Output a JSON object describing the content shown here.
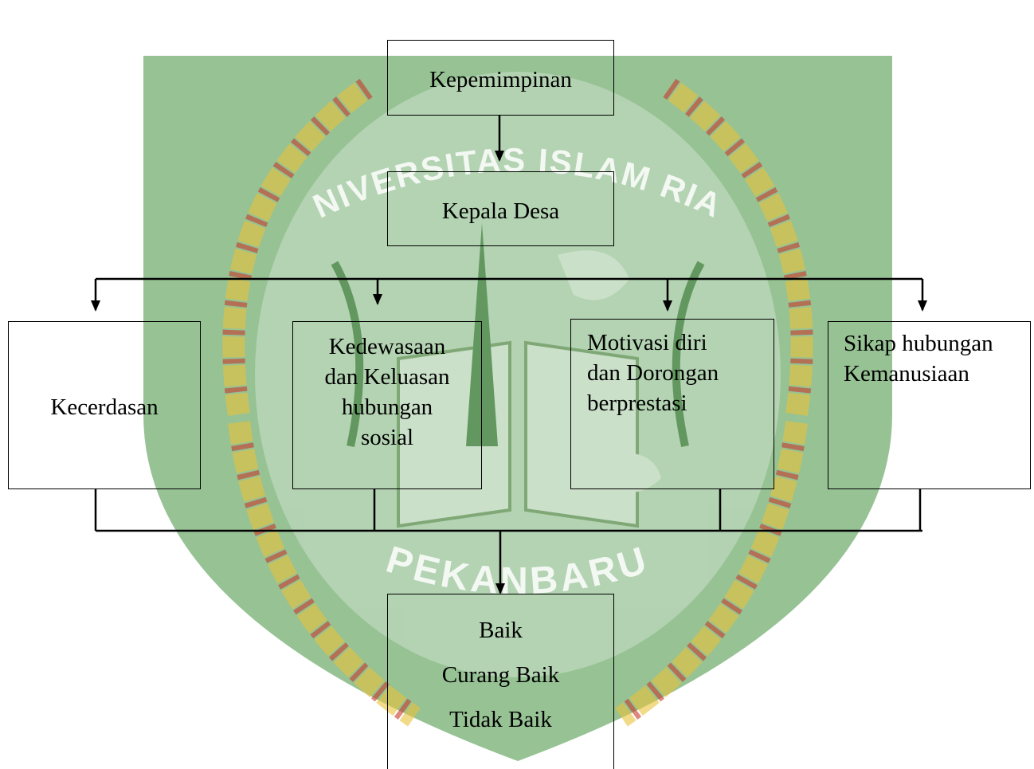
{
  "watermark": {
    "top_text": "UNIVERSITAS ISLAM RIAU",
    "bottom_text": "PEKANBARU",
    "colors": {
      "shield_green": "#3f8f3c",
      "rope_yellow": "#e8c23a",
      "rope_red": "#c93a2a",
      "ribbon": "#ffffff"
    }
  },
  "diagram": {
    "root": {
      "label": "Kepemimpinan"
    },
    "head": {
      "label": "Kepala Desa"
    },
    "factors": [
      {
        "label": "Kecerdasan"
      },
      {
        "label": "Kedewasaan\ndan Keluasan\nhubungan\nsosial"
      },
      {
        "label": "Motivasi diri\ndan Dorongan\nberprestasi"
      },
      {
        "label": "Sikap hubungan\nKemanusiaan"
      }
    ],
    "result": {
      "lines": [
        "Baik",
        "Curang Baik",
        "Tidak Baik"
      ]
    },
    "line_color": "#000000"
  }
}
